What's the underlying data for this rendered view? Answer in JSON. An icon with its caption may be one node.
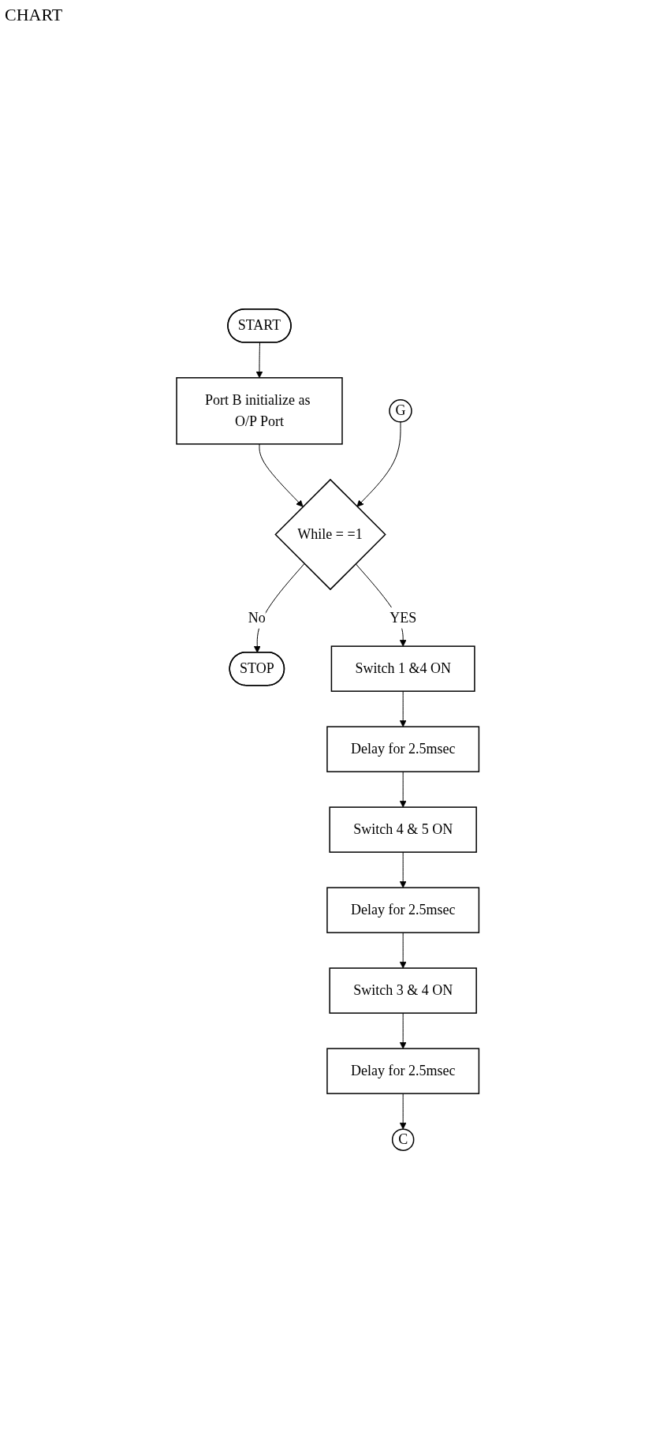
{
  "diagram": {
    "title": "CHART",
    "nodes": [
      {
        "text": [
          "START"
        ]
      },
      {
        "text": [
          "Port B initialize as O/P Port"
        ]
      },
      {
        "text": [
          "While = =1"
        ]
      },
      {
        "text": [
          "STOP"
        ]
      },
      {
        "text": [
          "Switch 1 &4 ON"
        ]
      },
      {
        "text": [
          "Delay for 2.5msec"
        ]
      },
      {
        "text": [
          "Switch 4 & 5 ON"
        ]
      },
      {
        "text": [
          "Delay for 2.5msec"
        ]
      },
      {
        "text": [
          "Switch 3 & 4 ON"
        ]
      },
      {
        "text": [
          "Delay for 2.5msec"
        ]
      },
      {
        "text": [
          "G"
        ]
      },
      {
        "text": [
          "C"
        ]
      }
    ],
    "edges": [
      {
        "from": 0,
        "to": 1,
        "arrow": "to"
      },
      {
        "from": 1,
        "to": 2,
        "arrow": "to"
      },
      {
        "from": 2,
        "to": 3,
        "arrow": "to",
        "label": "No"
      },
      {
        "from": 2,
        "to": 4,
        "arrow": "to",
        "label": "YES"
      },
      {
        "from": 4,
        "to": 5,
        "arrow": "to"
      },
      {
        "from": 5,
        "to": 6,
        "arrow": "to"
      },
      {
        "from": 6,
        "to": 7,
        "arrow": "to"
      },
      {
        "from": 7,
        "to": 8,
        "arrow": "to"
      },
      {
        "from": 8,
        "to": 9,
        "arrow": "to"
      },
      {
        "from": 9,
        "to": 11,
        "arrow": "to"
      },
      {
        "from": 10,
        "to": 2,
        "arrow": "to"
      }
    ]
  }
}
